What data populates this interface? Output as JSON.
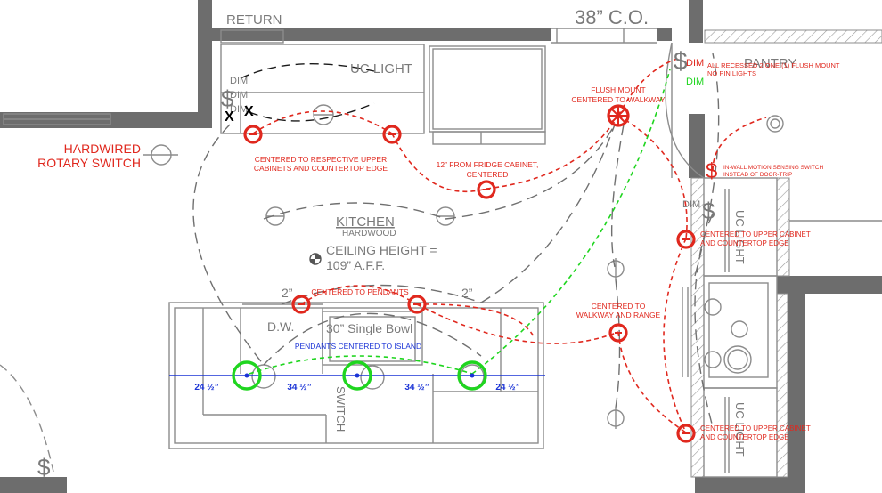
{
  "colors": {
    "wall": "#6d6d6d",
    "line": "#8c8c8c",
    "red": "#e0281e",
    "green": "#1fd51f",
    "blue": "#1a33d6",
    "black": "#000000"
  },
  "architecture": {
    "return_label": "RETURN",
    "co_label": "38” C.O.",
    "uc_light_top": "UC LIGHT",
    "pantry_label": "PANTRY",
    "kitchen_label": "KITCHEN",
    "floor_label": "HARDWOOD",
    "ceiling_line1": "CEILING HEIGHT =",
    "ceiling_line2": "109” A.F.F.",
    "dw_label": "D.W.",
    "sink_label": "30” Single Bowl",
    "switch_vertical": "SWITCH",
    "uc_light_right": "UC LIGHT",
    "dim_label": "DIM",
    "dim_small_1": "2”",
    "dim_small_2": "2”",
    "x_mark": "X",
    "dollar_sign": "$"
  },
  "annotations": {
    "hardwired_line1": "HARDWIRED",
    "hardwired_line2": "ROTARY SWITCH",
    "centered_upper_line1": "CENTERED TO RESPECTIVE UPPER",
    "centered_upper_line2": "CABINETS AND COUNTERTOP EDGE",
    "fridge_line1": "12” FROM FRIDGE CABINET,",
    "fridge_line2": "CENTERED",
    "flush_line1": "FLUSH MOUNT",
    "flush_line2": "CENTERED TO WALKWAY",
    "recessed_line1": "ALL RECESSED 2 ONE (1) FLUSH MOUNT",
    "recessed_line2": "NO PIN LIGHTS",
    "motion_line1": "IN-WALL MOTION SENSING SWITCH",
    "motion_line2": "INSTEAD OF DOOR-TRIP",
    "right_upper_line1": "CENTERED TO UPPER CABINET",
    "right_upper_line2": "AND COUNTERTOP EDGE",
    "centered_pendants": "CENTERED TO PENDANTS",
    "walkway_line1": "CENTERED TO",
    "walkway_line2": "WALKWAY AND RANGE",
    "pendants_island": "PENDANTS CENTERED TO ISLAND",
    "right_lower_line1": "CENTERED TO UPPER CABINET",
    "right_lower_line2": "AND COUNTERTOP EDGE",
    "dim_red": "DIM",
    "dim_green": "DIM"
  },
  "dimensions": {
    "d1": "24 ½”",
    "d2": "34 ½”",
    "d3": "34 ½”",
    "d4": "24 ½”"
  }
}
